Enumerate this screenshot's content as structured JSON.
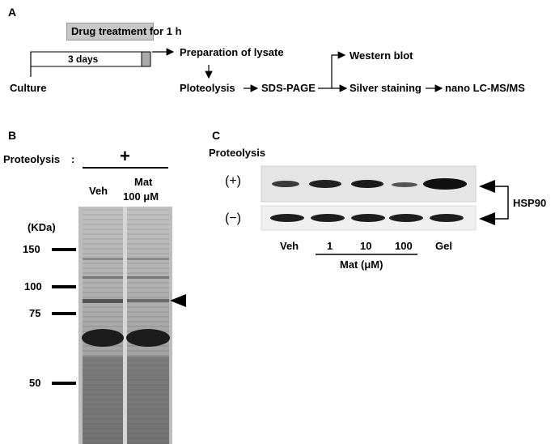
{
  "panel_a": {
    "letter": "A",
    "drug_box": "Drug treatment for 1 h",
    "days": "3 days",
    "culture": "Culture",
    "lysate": "Preparation of lysate",
    "ploteolysis": "Ploteolysis",
    "sds": "SDS-PAGE",
    "western": "Western blot",
    "silver": "Silver staining",
    "lcms": "nano LC-MS/MS"
  },
  "panel_b": {
    "letter": "B",
    "proteolysis_label": "Proteolysis",
    "colon": ":",
    "plus": "+",
    "lane_veh": "Veh",
    "lane_mat_1": "Mat",
    "lane_mat_2": "100 μM",
    "kda": "(KDa)",
    "markers": [
      "150",
      "100",
      "75",
      "50"
    ]
  },
  "panel_c": {
    "letter": "C",
    "proteolysis_label": "Proteolysis",
    "row_plus": "(+)",
    "row_minus": "(−)",
    "lanes": [
      "Veh",
      "1",
      "10",
      "100",
      "Gel"
    ],
    "mat_label": "Mat (μM)",
    "hsp90": "HSP90"
  },
  "colors": {
    "drug_box_fill": "#c8c8c8",
    "gel_background": "#b9b9b9",
    "blot_background": "#e8e8e8"
  }
}
